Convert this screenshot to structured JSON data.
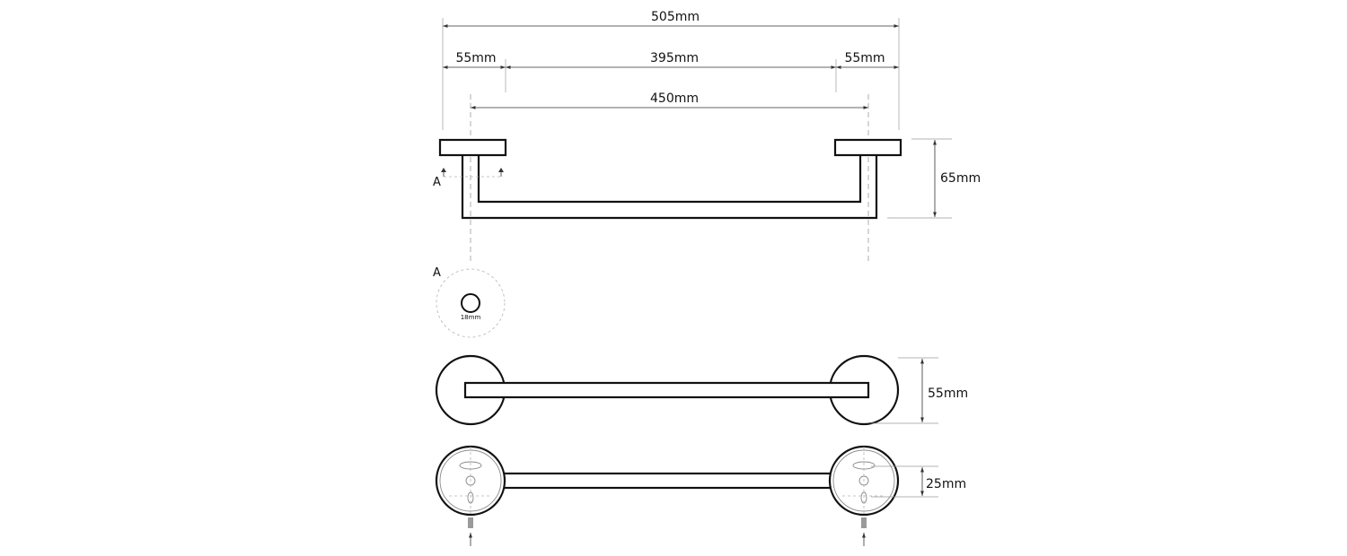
{
  "dimensions": {
    "overall_width": "505mm",
    "left_flange": "55mm",
    "bar_length": "395mm",
    "right_flange": "55mm",
    "center_distance": "450mm",
    "projection": "65mm",
    "flange_diameter": "55mm",
    "base_height": "25mm",
    "tube_diameter": "18mm"
  },
  "labels": {
    "section_mark": "A",
    "section_title": "A"
  }
}
